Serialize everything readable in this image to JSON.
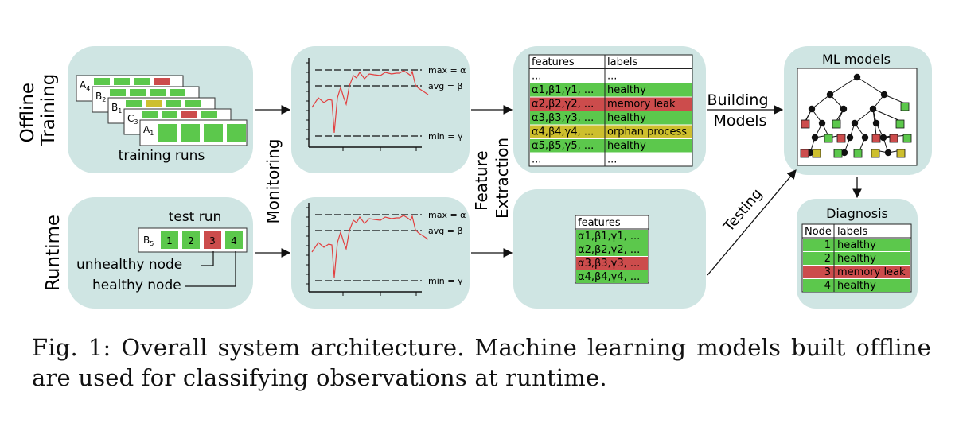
{
  "colors": {
    "panel": "#cfe5e3",
    "healthy": "#5cc84c",
    "memory_leak": "#cc4c4c",
    "orphan": "#cdbf2e",
    "signal": "#e24040",
    "line": "#111111"
  },
  "rows": {
    "offline": "Offline\nTraining",
    "runtime": "Runtime"
  },
  "training": {
    "runs_label": "training runs",
    "cards": [
      {
        "label": "A",
        "sub": "4",
        "cells": [
          "healthy",
          "healthy",
          "healthy",
          "memory_leak"
        ]
      },
      {
        "label": "B",
        "sub": "2",
        "cells": [
          "healthy",
          "healthy",
          "healthy",
          "healthy"
        ]
      },
      {
        "label": "B",
        "sub": "1",
        "cells": [
          "healthy",
          "orphan",
          "healthy",
          "healthy"
        ]
      },
      {
        "label": "C",
        "sub": "3",
        "cells": [
          "healthy",
          "healthy",
          "memory_leak",
          "healthy"
        ]
      },
      {
        "label": "A",
        "sub": "1",
        "cells": [
          "healthy",
          "healthy",
          "healthy",
          "healthy"
        ]
      }
    ]
  },
  "test": {
    "title": "test run",
    "run_label": "B",
    "run_sub": "5",
    "nodes": [
      {
        "id": "1",
        "status": "healthy"
      },
      {
        "id": "2",
        "status": "healthy"
      },
      {
        "id": "3",
        "status": "memory_leak"
      },
      {
        "id": "4",
        "status": "healthy"
      }
    ],
    "unhealthy_label": "unhealthy node",
    "healthy_label": "healthy node"
  },
  "monitoring": {
    "label": "Monitoring",
    "max": "max = α",
    "avg": "avg = β",
    "min": "min = γ"
  },
  "feature_extraction": {
    "label": "Feature\nExtraction"
  },
  "training_table": {
    "headers": [
      "features",
      "labels"
    ],
    "rows": [
      {
        "features": "...",
        "label": "...",
        "status": "none"
      },
      {
        "features": "α1,β1,γ1, ...",
        "label": "healthy",
        "status": "healthy"
      },
      {
        "features": "α2,β2,γ2, ...",
        "label": "memory leak",
        "status": "memory_leak"
      },
      {
        "features": "α3,β3,γ3, ...",
        "label": "healthy",
        "status": "healthy"
      },
      {
        "features": "α4,β4,γ4, ...",
        "label": "orphan process",
        "status": "orphan"
      },
      {
        "features": "α5,β5,γ5, ...",
        "label": "healthy",
        "status": "healthy"
      },
      {
        "features": "...",
        "label": "...",
        "status": "none"
      }
    ]
  },
  "test_table": {
    "header": "features",
    "rows": [
      {
        "features": "α1,β1,γ1, ...",
        "status": "healthy"
      },
      {
        "features": "α2,β2,γ2, ...",
        "status": "healthy"
      },
      {
        "features": "α3,β3,γ3, ...",
        "status": "memory_leak"
      },
      {
        "features": "α4,β4,γ4, ...",
        "status": "healthy"
      }
    ]
  },
  "building_models": "Building\nModels",
  "testing": "Testing",
  "ml_models": {
    "title": "ML models"
  },
  "diagnosis": {
    "title": "Diagnosis",
    "headers": [
      "Node",
      "labels"
    ],
    "rows": [
      {
        "node": "1",
        "label": "healthy",
        "status": "healthy"
      },
      {
        "node": "2",
        "label": "healthy",
        "status": "healthy"
      },
      {
        "node": "3",
        "label": "memory leak",
        "status": "memory_leak"
      },
      {
        "node": "4",
        "label": "healthy",
        "status": "healthy"
      }
    ]
  },
  "caption": "Fig. 1: Overall system architecture. Machine learning models built offline are used for classifying observations at runtime."
}
